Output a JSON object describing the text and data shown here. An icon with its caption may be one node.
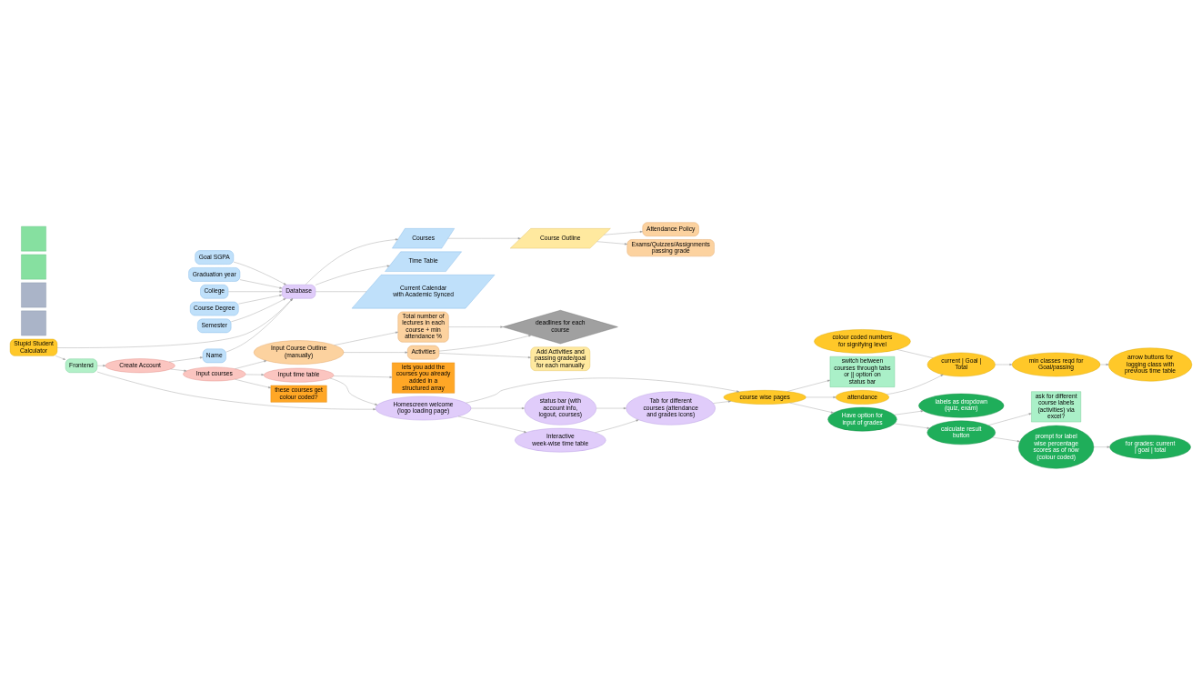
{
  "diagram": {
    "nodes": [
      {
        "text": [
          "Goal SGPA"
        ]
      },
      {
        "text": [
          "Graduation year"
        ]
      },
      {
        "text": [
          "College"
        ]
      },
      {
        "text": [
          "Course Degree"
        ]
      },
      {
        "text": [
          "Semester"
        ]
      },
      {
        "text": [
          "Name"
        ]
      },
      {
        "text": [
          "Courses"
        ]
      },
      {
        "text": [
          "Course Outline"
        ]
      },
      {
        "text": [
          "Attendance Policy"
        ]
      },
      {
        "text": [
          "Exams/Quizzes/Assignments passing grade"
        ]
      },
      {
        "text": [
          "Time Table"
        ]
      },
      {
        "text": [
          "deadlines for each course"
        ]
      },
      {
        "text": [
          "Database"
        ]
      },
      {
        "text": [
          "Current Calendar with Academic Synced"
        ]
      },
      {
        "text": [
          "Total number of lectures in each course + min attendance %"
        ]
      },
      {
        "text": [
          "Activities"
        ]
      },
      {
        "text": [
          "Add Activities and passing grade/goal for each manually"
        ]
      },
      {
        "text": [
          "Stupid Student Calculator"
        ]
      },
      {
        "text": [
          "Input Course Outline (manually)"
        ]
      },
      {
        "text": [
          "Frontend"
        ]
      },
      {
        "text": [
          "Create Account"
        ]
      },
      {
        "text": [
          "Input courses"
        ]
      },
      {
        "text": [
          "Input time table"
        ]
      },
      {
        "text": [
          "these courses get colour coded?"
        ]
      },
      {
        "text": [
          "lets you add the courses you already added in a structured array"
        ]
      },
      {
        "text": [
          "switch between courses through tabs or || option on status bar"
        ]
      },
      {
        "text": [
          "Homescreen welcome (logo loading page)"
        ]
      },
      {
        "text": [
          "course wise pages"
        ]
      },
      {
        "text": [
          "status bar (with account info, logout, courses)"
        ]
      },
      {
        "text": [
          "Interactive week-wise time table"
        ]
      },
      {
        "text": [
          "attendance"
        ]
      },
      {
        "text": [
          "Have option for input of grades"
        ]
      },
      {
        "text": [
          "labels as dropdown (quiz, exam)"
        ]
      },
      {
        "text": [
          "Tab for different courses (attendance and grades icons)"
        ]
      },
      {
        "text": [
          "current | Goal | Total"
        ]
      },
      {
        "text": [
          "calculate result button"
        ]
      },
      {
        "text": [
          "ask for different course labels (activities) via excel?"
        ]
      },
      {
        "text": [
          "min classes reqd for Goal/passing"
        ]
      },
      {
        "text": [
          "colour coded numbers for signifying level"
        ]
      },
      {
        "text": [
          "prompt for label wise percentage scores as of now (colour coded)"
        ]
      },
      {
        "text": [
          "for grades: current | goal | total"
        ]
      },
      {
        "text": [
          "arrow buttons for logging class with previous time table"
        ]
      },
      {
        "text": [],
        "shape": "box"
      },
      {
        "text": [],
        "shape": "box"
      },
      {
        "text": [],
        "shape": "box"
      },
      {
        "text": [],
        "shape": "box"
      }
    ],
    "edges": [
      {
        "from": 0,
        "to": 12,
        "arrow": "to"
      },
      {
        "from": 1,
        "to": 12,
        "arrow": "to"
      },
      {
        "from": 2,
        "to": 12,
        "arrow": "to"
      },
      {
        "from": 3,
        "to": 12,
        "arrow": "to"
      },
      {
        "from": 4,
        "to": 12,
        "arrow": "to"
      },
      {
        "from": 5,
        "to": 12,
        "arrow": "to"
      },
      {
        "from": 12,
        "to": 6,
        "arrow": "to"
      },
      {
        "from": 12,
        "to": 10,
        "arrow": "to"
      },
      {
        "from": 12,
        "to": 13,
        "arrow": "none"
      },
      {
        "from": 6,
        "to": 7,
        "arrow": "to"
      },
      {
        "from": 7,
        "to": 8,
        "arrow": "to"
      },
      {
        "from": 7,
        "to": 9,
        "arrow": "to"
      },
      {
        "from": 17,
        "to": 12,
        "arrow": "to"
      },
      {
        "from": 17,
        "to": 19,
        "arrow": "to"
      },
      {
        "from": 19,
        "to": 20,
        "arrow": "to"
      },
      {
        "from": 20,
        "to": 21,
        "arrow": "to"
      },
      {
        "from": 20,
        "to": 5,
        "arrow": "to"
      },
      {
        "from": 21,
        "to": 22,
        "arrow": "to"
      },
      {
        "from": 21,
        "to": 23,
        "arrow": "to"
      },
      {
        "from": 22,
        "to": 24,
        "arrow": "to"
      },
      {
        "from": 21,
        "to": 18,
        "arrow": "to"
      },
      {
        "from": 18,
        "to": 15,
        "arrow": "to"
      },
      {
        "from": 18,
        "to": 14,
        "arrow": "to"
      },
      {
        "from": 14,
        "to": 11,
        "arrow": "to"
      },
      {
        "from": 15,
        "to": 11,
        "arrow": "to"
      },
      {
        "from": 15,
        "to": 16,
        "arrow": "to"
      },
      {
        "from": 22,
        "to": 26,
        "arrow": "to"
      },
      {
        "from": 19,
        "to": 26,
        "arrow": "to"
      },
      {
        "from": 26,
        "to": 27,
        "arrow": "to"
      },
      {
        "from": 26,
        "to": 28,
        "arrow": "to"
      },
      {
        "from": 26,
        "to": 29,
        "arrow": "to"
      },
      {
        "from": 28,
        "to": 33,
        "arrow": "to"
      },
      {
        "from": 29,
        "to": 33,
        "arrow": "to"
      },
      {
        "from": 33,
        "to": 27,
        "arrow": "to"
      },
      {
        "from": 27,
        "to": 25,
        "arrow": "to"
      },
      {
        "from": 27,
        "to": 30,
        "arrow": "to"
      },
      {
        "from": 27,
        "to": 31,
        "arrow": "to"
      },
      {
        "from": 30,
        "to": 34,
        "arrow": "to"
      },
      {
        "from": 34,
        "to": 37,
        "arrow": "to"
      },
      {
        "from": 37,
        "to": 41,
        "arrow": "to"
      },
      {
        "from": 38,
        "to": 34,
        "arrow": "none"
      },
      {
        "from": 31,
        "to": 32,
        "arrow": "to"
      },
      {
        "from": 31,
        "to": 35,
        "arrow": "to"
      },
      {
        "from": 35,
        "to": 36,
        "arrow": "to"
      },
      {
        "from": 35,
        "to": 39,
        "arrow": "to"
      },
      {
        "from": 39,
        "to": 40,
        "arrow": "to"
      }
    ]
  }
}
